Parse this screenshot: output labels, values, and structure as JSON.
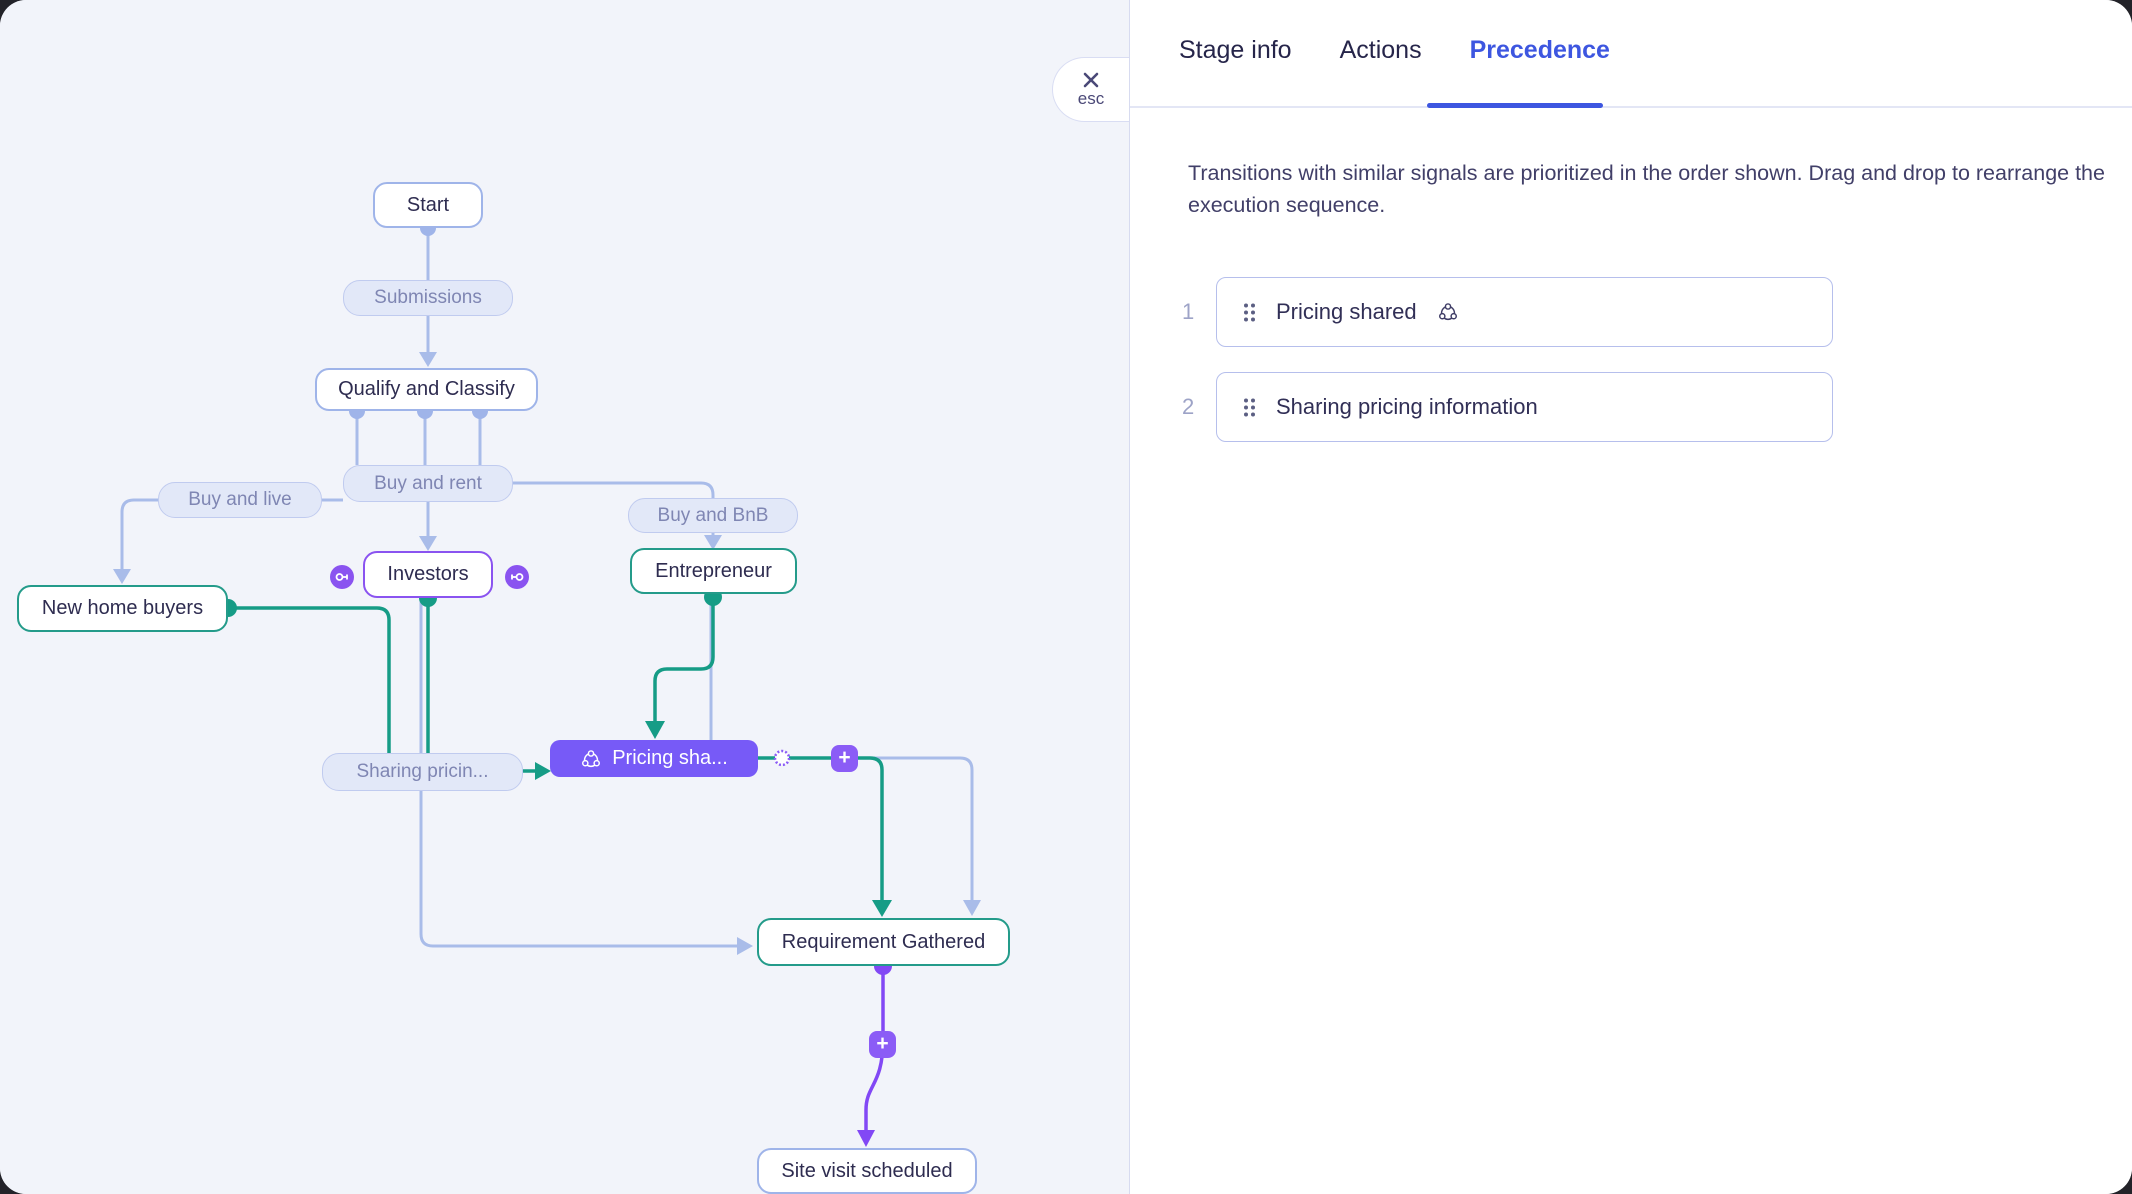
{
  "window": {
    "esc_label": "esc"
  },
  "panel": {
    "tabs": [
      {
        "label": "Stage info",
        "active": false
      },
      {
        "label": "Actions",
        "active": false
      },
      {
        "label": "Precedence",
        "active": true
      }
    ],
    "description": "Transitions with similar signals are prioritized in the order shown. Drag and drop to rearrange the execution sequence.",
    "items": [
      {
        "order": "1",
        "label": "Pricing shared",
        "has_signal_icon": true
      },
      {
        "order": "2",
        "label": "Sharing pricing information",
        "has_signal_icon": false
      }
    ]
  },
  "canvas": {
    "plus": "+",
    "nodes": {
      "start": {
        "label": "Start"
      },
      "submissions": {
        "label": "Submissions"
      },
      "qualify": {
        "label": "Qualify and Classify"
      },
      "buy_and_live": {
        "label": "Buy and live"
      },
      "buy_and_rent": {
        "label": "Buy and rent"
      },
      "buy_and_bnb": {
        "label": "Buy and BnB"
      },
      "investors": {
        "label": "Investors"
      },
      "entrepreneur": {
        "label": "Entrepreneur"
      },
      "new_home_buyers": {
        "label": "New home buyers"
      },
      "sharing_pricing": {
        "label": "Sharing pricin..."
      },
      "pricing_shared": {
        "label": "Pricing sha..."
      },
      "requirement_gathered": {
        "label": "Requirement Gathered"
      },
      "site_visit": {
        "label": "Site visit scheduled"
      }
    }
  },
  "colors": {
    "accent_blue": "#3d56e0",
    "line_lavender": "#a9bce9",
    "line_teal": "#169c86",
    "line_purple": "#8248f5",
    "node_purple_fill": "#775af7",
    "badge_purple": "#8b5cf6",
    "canvas_bg": "#f2f4fa"
  }
}
